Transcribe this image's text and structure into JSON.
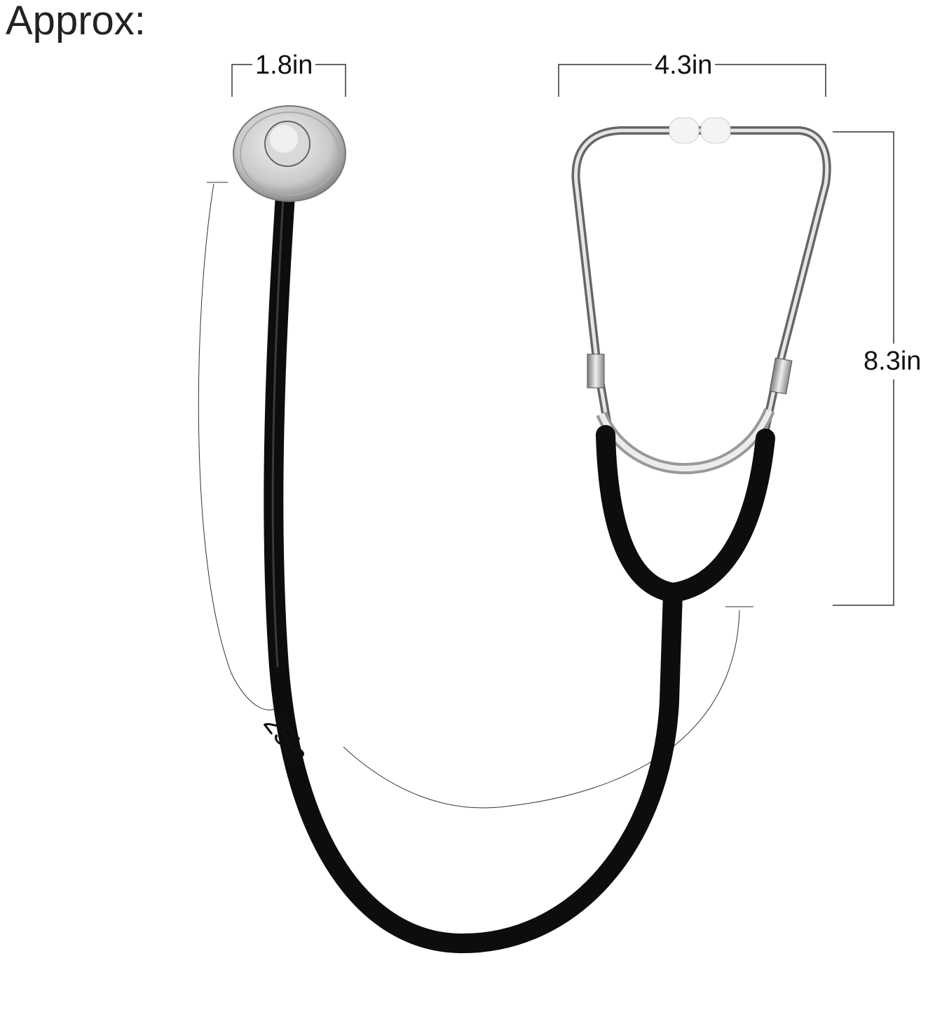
{
  "title": "Approx:",
  "dimensions": {
    "chestpiece_diameter": "1.8in",
    "headset_width": "4.3in",
    "headset_height": "8.3in",
    "tube_length": "25in"
  },
  "colors": {
    "tube": "#0d0d0d",
    "metal": "#c8c8c8",
    "earpiece": "#f2f2f2",
    "dimension_line": "#333333"
  }
}
